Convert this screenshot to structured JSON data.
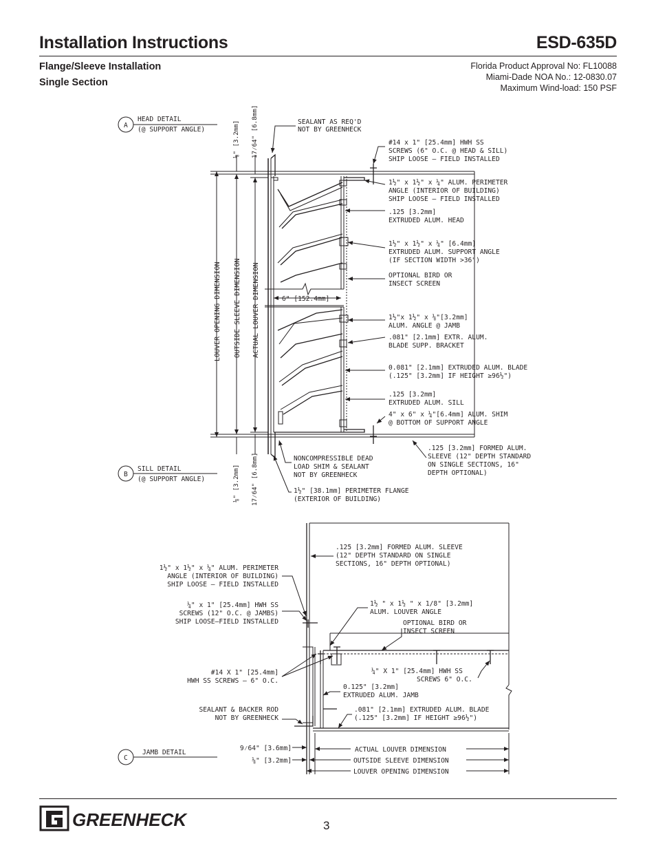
{
  "header": {
    "title": "Installation Instructions",
    "model": "ESD-635D",
    "subtitle1": "Flange/Sleeve Installation",
    "subtitle2": "Single Section",
    "approval1": "Florida Product Approval No: FL10088",
    "approval2": "Miami-Dade NOA No.: 12-0830.07",
    "approval3": "Maximum Wind-load: 150 PSF"
  },
  "head_detail": {
    "marker": "A",
    "title": "HEAD DETAIL",
    "subtitle": "(@ SUPPORT ANGLE)",
    "dim_top_a": "⅛\" [3.2mm]",
    "dim_top_b": "17⁄64\" [6.8mm]",
    "sealant_1": "SEALANT AS REQ'D",
    "sealant_2": "NOT BY GREENHECK",
    "screws_1": "#14 x 1\" [25.4mm] HWH SS",
    "screws_2": "SCREWS (6\" O.C. @ HEAD & SILL)",
    "screws_3": "SHIP LOOSE – FIELD INSTALLED",
    "perim_1": "1½\" x 1½\" x ¼\" ALUM. PERIMETER",
    "perim_2": "ANGLE (INTERIOR OF BUILDING)",
    "perim_3": "SHIP LOOSE – FIELD INSTALLED",
    "head_1": ".125 [3.2mm]",
    "head_2": "EXTRUDED ALUM. HEAD",
    "support_1": "1½\" x 1½\" x ¼\" [6.4mm]",
    "support_2": "EXTRUDED ALUM. SUPPORT ANGLE",
    "support_3": "(IF SECTION WIDTH >36\")",
    "screen_1": "OPTIONAL BIRD OR",
    "screen_2": "INSECT SCREEN",
    "six_inch": "6\" [152.4mm]",
    "jamb_angle_1": "1½\"x 1½\" x ⅛\"[3.2mm]",
    "jamb_angle_2": "ALUM. ANGLE @ JAMB",
    "bracket_1": ".081\" [2.1mm] EXTR. ALUM.",
    "bracket_2": "BLADE SUPP. BRACKET",
    "blade_1": "0.081\" [2.1mm] EXTRUDED ALUM. BLADE",
    "blade_2": "(.125\" [3.2mm] IF HEIGHT ≥96½\")",
    "sill_1": ".125 [3.2mm]",
    "sill_2": "EXTRUDED ALUM. SILL",
    "shim_1": "4\" x 6\" x ¼\"[6.4mm] ALUM. SHIM",
    "shim_2": "@ BOTTOM OF SUPPORT ANGLE",
    "sleeve_1": ".125 [3.2mm] FORMED ALUM.",
    "sleeve_2": "SLEEVE (12\" DEPTH STANDARD",
    "sleeve_3": "ON SINGLE SECTIONS, 16\"",
    "sleeve_4": "DEPTH OPTIONAL)",
    "noncomp_1": "NONCOMPRESSIBLE DEAD",
    "noncomp_2": "LOAD SHIM & SEALANT",
    "noncomp_3": "NOT BY GREENHECK",
    "flange_1": "1½\" [38.1mm] PERIMETER FLANGE",
    "flange_2": "(EXTERIOR OF BUILDING)",
    "dim_louver_opening": "LOUVER OPENING DIMENSION",
    "dim_outside_sleeve": "OUTSIDE SLEEVE DIMENSION",
    "dim_actual_louver": "ACTUAL LOUVER DIMENSION",
    "dim_bot_a": "⅛\" [3.2mm]",
    "dim_bot_b": "17⁄64\" [6.8mm]"
  },
  "sill_detail": {
    "marker": "B",
    "title": "SILL DETAIL",
    "subtitle": "(@ SUPPORT ANGLE)"
  },
  "jamb_detail": {
    "marker": "C",
    "title": "JAMB DETAIL",
    "sleeve_1": ".125 [3.2mm] FORMED ALUM. SLEEVE",
    "sleeve_2": "(12\" DEPTH STANDARD ON SINGLE",
    "sleeve_3": "SECTIONS, 16\" DEPTH OPTIONAL)",
    "perim_1": "1½\" x 1½\" x ¼\" ALUM. PERIMETER",
    "perim_2": "ANGLE (INTERIOR OF BUILDING)",
    "perim_3": "SHIP LOOSE – FIELD INSTALLED",
    "screws_1": "¼\" x 1\" [25.4mm] HWH SS",
    "screws_2": "SCREWS (12\" O.C. @ JAMBS)",
    "screws_3": "SHIP LOOSE–FIELD INSTALLED",
    "louver_angle_1": "1½ \" x 1½ \" x 1/8\" [3.2mm]",
    "louver_angle_2": "ALUM. LOUVER ANGLE",
    "screen_1": "OPTIONAL BIRD OR",
    "screen_2": "INSECT SCREEN",
    "hwh_1": "#14 X 1\" [25.4mm]",
    "hwh_2": "HWH SS SCREWS – 6\" O.C.",
    "quarter_1": "¼\" X 1\" [25.4mm] HWH SS",
    "quarter_2": "SCREWS 6\" O.C.",
    "jamb_1": "0.125\" [3.2mm]",
    "jamb_2": "EXTRUDED ALUM. JAMB",
    "sealant_1": "SEALANT & BACKER ROD",
    "sealant_2": "NOT BY GREENHECK",
    "blade_1": ".081\" [2.1mm] EXTRUDED ALUM. BLADE",
    "blade_2": "(.125\" [3.2mm] IF HEIGHT ≥96½\")",
    "dim_a": "9⁄64\" [3.6mm]",
    "dim_b": "⅛\" [3.2mm]",
    "dim_actual_louver": "ACTUAL LOUVER DIMENSION",
    "dim_outside_sleeve": "OUTSIDE SLEEVE DIMENSION",
    "dim_louver_opening": "LOUVER OPENING DIMENSION"
  },
  "footer": {
    "brand": "GREENHECK",
    "page_number": "3"
  }
}
